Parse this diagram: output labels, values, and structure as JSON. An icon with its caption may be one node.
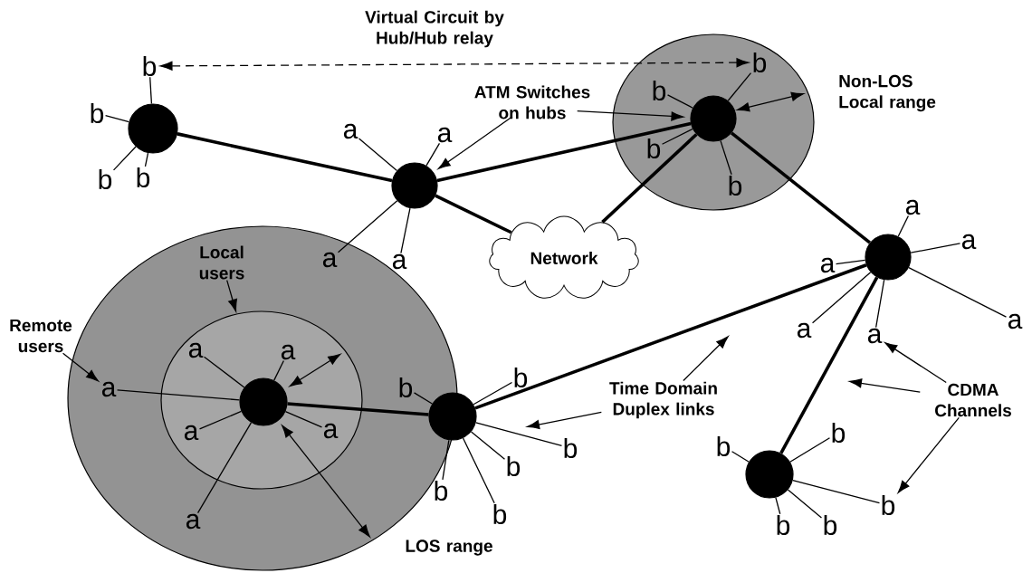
{
  "diagram": {
    "nodes": [
      {
        "text": [],
        "shape": "circle"
      },
      {
        "text": [],
        "shape": "circle"
      },
      {
        "text": [],
        "shape": "circle",
        "beside": [
          "Non-LOS Local range"
        ]
      },
      {
        "text": [],
        "shape": "circle",
        "in": 2
      },
      {
        "text": [
          "ATM Switches on hubs"
        ]
      },
      {
        "text": [
          "Network"
        ]
      },
      {
        "text": [],
        "shape": "circle"
      },
      {
        "text": [],
        "shape": "circle",
        "beside": [
          "LOS range"
        ]
      },
      {
        "text": [],
        "shape": "circle",
        "in": 7
      },
      {
        "text": [],
        "shape": "circle",
        "in": 8
      },
      {
        "text": [
          "Local users"
        ],
        "in": 7
      },
      {
        "text": [
          "Remote users"
        ]
      },
      {
        "text": [],
        "shape": "circle"
      },
      {
        "text": [
          "Time Domain Duplex links"
        ]
      },
      {
        "text": [
          "CDMA Channels"
        ]
      },
      {
        "text": [],
        "shape": "circle"
      },
      {
        "text": [
          "b"
        ]
      },
      {
        "text": [
          "b"
        ]
      },
      {
        "text": [
          "b"
        ]
      },
      {
        "text": [
          "b"
        ]
      },
      {
        "text": [
          "a"
        ]
      },
      {
        "text": [
          "a"
        ]
      },
      {
        "text": [
          "a"
        ],
        "in": 7
      },
      {
        "text": [
          "a"
        ]
      },
      {
        "text": [
          "b"
        ],
        "in": 2
      },
      {
        "text": [
          "b"
        ],
        "in": 2
      },
      {
        "text": [
          "b"
        ],
        "in": 2
      },
      {
        "text": [
          "b"
        ],
        "in": 2
      },
      {
        "text": [
          "a"
        ]
      },
      {
        "text": [
          "a"
        ]
      },
      {
        "text": [
          "a"
        ]
      },
      {
        "text": [
          "a"
        ]
      },
      {
        "text": [
          "a"
        ]
      },
      {
        "text": [
          "a"
        ]
      },
      {
        "text": [
          "a"
        ],
        "in": 7
      },
      {
        "text": [
          "a"
        ],
        "in": 8
      },
      {
        "text": [
          "a"
        ],
        "in": 8
      },
      {
        "text": [
          "a"
        ],
        "in": 8
      },
      {
        "text": [
          "a"
        ],
        "in": 8
      },
      {
        "text": [
          "a"
        ],
        "in": 7
      },
      {
        "text": [
          "b"
        ],
        "in": 7
      },
      {
        "text": [
          "b"
        ]
      },
      {
        "text": [
          "b"
        ]
      },
      {
        "text": [
          "b"
        ]
      },
      {
        "text": [
          "b"
        ]
      },
      {
        "text": [
          "b"
        ]
      },
      {
        "text": [
          "b"
        ]
      },
      {
        "text": [
          "b"
        ]
      },
      {
        "text": [
          "b"
        ]
      },
      {
        "text": [
          "b"
        ]
      },
      {
        "text": [
          "b"
        ]
      }
    ],
    "edges": [
      {
        "from": 0,
        "to": 1,
        "arrow": "none",
        "style": "thick"
      },
      {
        "from": 1,
        "to": 3,
        "arrow": "none",
        "style": "thick"
      },
      {
        "from": 1,
        "to": 5,
        "arrow": "none",
        "style": "thick"
      },
      {
        "from": 5,
        "to": 3,
        "arrow": "none",
        "style": "thick"
      },
      {
        "from": 3,
        "to": 6,
        "arrow": "none",
        "style": "thick"
      },
      {
        "from": 9,
        "to": 12,
        "arrow": "none",
        "style": "thick"
      },
      {
        "from": 12,
        "to": 6,
        "arrow": "none",
        "style": "thick"
      },
      {
        "from": 6,
        "to": 15,
        "arrow": "none",
        "style": "thick"
      },
      {
        "from": 24,
        "to": 16,
        "arrow": "both",
        "style": "dashed",
        "label": "Virtual Circuit by Hub/Hub relay"
      },
      {
        "from": 4,
        "to": 1,
        "arrow": "to"
      },
      {
        "from": 4,
        "to": 3,
        "arrow": "to"
      },
      {
        "from": 10,
        "to": 8,
        "arrow": "to"
      },
      {
        "from": 11,
        "to": 34,
        "arrow": "to"
      },
      {
        "from": 13,
        "to": null,
        "arrow": "to"
      },
      {
        "from": 13,
        "to": null,
        "arrow": "to"
      },
      {
        "from": 14,
        "to": 32,
        "arrow": "to"
      },
      {
        "from": 14,
        "to": null,
        "arrow": "to"
      },
      {
        "from": 14,
        "to": 48,
        "arrow": "to"
      },
      {
        "from": 0,
        "to": 16,
        "arrow": "none"
      },
      {
        "from": 0,
        "to": 17,
        "arrow": "none"
      },
      {
        "from": 0,
        "to": 18,
        "arrow": "none"
      },
      {
        "from": 0,
        "to": 19,
        "arrow": "none"
      },
      {
        "from": 1,
        "to": 20,
        "arrow": "none"
      },
      {
        "from": 1,
        "to": 21,
        "arrow": "none"
      },
      {
        "from": 1,
        "to": 22,
        "arrow": "none"
      },
      {
        "from": 1,
        "to": 23,
        "arrow": "none"
      },
      {
        "from": 3,
        "to": 24,
        "arrow": "none"
      },
      {
        "from": 3,
        "to": 25,
        "arrow": "none"
      },
      {
        "from": 3,
        "to": 26,
        "arrow": "none"
      },
      {
        "from": 3,
        "to": 27,
        "arrow": "none"
      },
      {
        "from": 6,
        "to": 28,
        "arrow": "none"
      },
      {
        "from": 6,
        "to": 29,
        "arrow": "none"
      },
      {
        "from": 6,
        "to": 30,
        "arrow": "none"
      },
      {
        "from": 6,
        "to": 31,
        "arrow": "none"
      },
      {
        "from": 6,
        "to": 32,
        "arrow": "none"
      },
      {
        "from": 6,
        "to": 33,
        "arrow": "none"
      },
      {
        "from": 9,
        "to": 34,
        "arrow": "none"
      },
      {
        "from": 9,
        "to": 35,
        "arrow": "none"
      },
      {
        "from": 9,
        "to": 36,
        "arrow": "none"
      },
      {
        "from": 9,
        "to": 37,
        "arrow": "none"
      },
      {
        "from": 9,
        "to": 38,
        "arrow": "none"
      },
      {
        "from": 9,
        "to": 39,
        "arrow": "none"
      },
      {
        "from": 12,
        "to": 40,
        "arrow": "none"
      },
      {
        "from": 12,
        "to": 41,
        "arrow": "none"
      },
      {
        "from": 12,
        "to": 42,
        "arrow": "none"
      },
      {
        "from": 12,
        "to": 43,
        "arrow": "none"
      },
      {
        "from": 12,
        "to": 44,
        "arrow": "none"
      },
      {
        "from": 12,
        "to": 45,
        "arrow": "none"
      },
      {
        "from": 15,
        "to": 46,
        "arrow": "none"
      },
      {
        "from": 15,
        "to": 47,
        "arrow": "none"
      },
      {
        "from": 15,
        "to": 48,
        "arrow": "none"
      },
      {
        "from": 15,
        "to": 49,
        "arrow": "none"
      },
      {
        "from": 15,
        "to": 50,
        "arrow": "none"
      }
    ]
  }
}
